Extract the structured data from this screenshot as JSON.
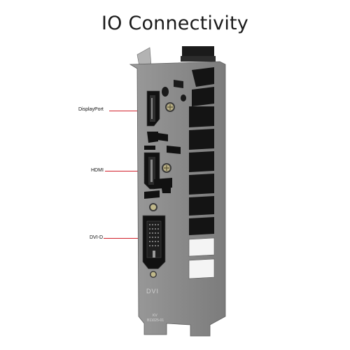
{
  "title": "IO Connectivity",
  "ports": {
    "displayport": "DisplayPort",
    "hdmi": "HDMI",
    "dvi": "DVI-D"
  },
  "bracket_markings": {
    "dvi_text": "DVI",
    "code_line1": "KV",
    "code_line2": "B11025-01"
  },
  "colors": {
    "bracket": "#8e8e8e",
    "bracket_dark": "#6e6e6e",
    "leader": "#d11f2a"
  }
}
